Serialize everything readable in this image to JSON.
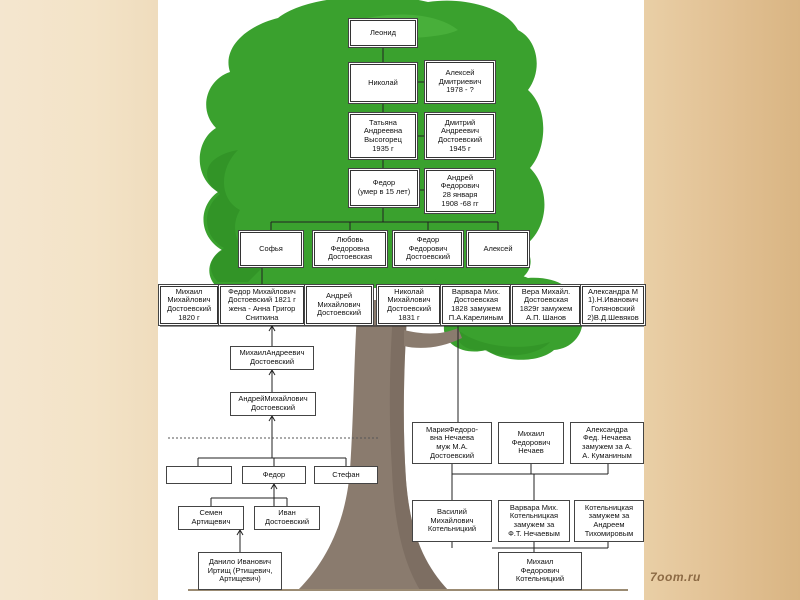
{
  "colors": {
    "foliage": "#3aa12e",
    "foliage_dark": "#2c8a22",
    "foliage_light": "#55bd46",
    "trunk": "#8a7b6e",
    "trunk_dark": "#6f6256",
    "box_border": "#444444",
    "frame_left": "#f3e4ca",
    "frame_right": "#dfbd8e"
  },
  "nodes": [
    {
      "id": "leonid",
      "text": "Леонид"
    },
    {
      "id": "nikolai-top",
      "text": "Николай"
    },
    {
      "id": "aleksei-dmitrievich",
      "text": "Алексей\nДмитриевич\n1978 - ?"
    },
    {
      "id": "tatyana",
      "text": "Татьяна\nАндреевна\nВысогорец\n1935 г"
    },
    {
      "id": "dmitriy",
      "text": "Дмитрий\nАндреевич\nДостоевский\n1945 г"
    },
    {
      "id": "fedor-young",
      "text": "Федор\n(умер в 15 лет)"
    },
    {
      "id": "andrei-fedorovich",
      "text": "Андрей\nФедорович\n28 января\n1908 -68 гг"
    },
    {
      "id": "sofya",
      "text": "Софья"
    },
    {
      "id": "lyubov",
      "text": "Любовь\nФедоровна\nДостоевская"
    },
    {
      "id": "fedor-fedorovich",
      "text": "Федор\nФедорович\nДостоевский"
    },
    {
      "id": "aleksei",
      "text": "Алексей"
    },
    {
      "id": "mikhail-1820",
      "text": "Михаил\nМихайлович\nДостоевский\n1820 г"
    },
    {
      "id": "fedor-1821",
      "text": "Федор Михайлович\nДостоевский 1821 г\nжена - Анна Григор\nСниткина"
    },
    {
      "id": "andrei-mikh",
      "text": "Андрей\nМихайлович\nДостоевский"
    },
    {
      "id": "nikolai-1831",
      "text": "Николай\nМихайлович\nДостоевский\n1831 г"
    },
    {
      "id": "varvara",
      "text": "Варвара Мих.\nДостоевская\n1828 замужем\nП.А.Карелиным"
    },
    {
      "id": "vera",
      "text": "Вера Михайл.\nДостоевская\n1829г замужем\nА.П. Шанов"
    },
    {
      "id": "aleksandra-m",
      "text": "Александра М\n1).Н.Иванович\nГоляновский\n2)В.Д.Шевяков"
    },
    {
      "id": "mikhail-andreevich",
      "text": "МихаилАндреевич\nДостоевский"
    },
    {
      "id": "andrei-mikhailovich-2",
      "text": "АндрейМихайлович\nДостоевский"
    },
    {
      "id": "blank",
      "text": ""
    },
    {
      "id": "fedor-root",
      "text": "Федор"
    },
    {
      "id": "stefan",
      "text": "Стефан"
    },
    {
      "id": "semen",
      "text": "Семен\nАртищевич"
    },
    {
      "id": "ivan",
      "text": "Иван\nДостоевский"
    },
    {
      "id": "danilo",
      "text": "Данило Иванович\nИртищ (Ртищевич,\nАртищевич)"
    },
    {
      "id": "mariya",
      "text": "МарияФедоро-\nвна Нечаева\nмуж М.А.\nДостоевский"
    },
    {
      "id": "mikhail-nechaev",
      "text": "Михаил\nФедорович\nНечаев"
    },
    {
      "id": "aleksandra-nechaeva",
      "text": "Александра\nФед. Нечаева\nзамужем за А.\nА. Куманиным"
    },
    {
      "id": "vasiliy",
      "text": "Василий\nМихайлович\nКотельницкий"
    },
    {
      "id": "varvara-kotel",
      "text": "Варвара Мих.\nКотельницкая\nзамужем за\nФ.Т. Нечаевым"
    },
    {
      "id": "kotelnitskaya",
      "text": "Котельницкая\nзамужем за\nАндреем\nТихомировым"
    },
    {
      "id": "mikhail-kotel",
      "text": "Михаил\nФедорович\nКотельницкий"
    }
  ],
  "watermark": "7oom.ru"
}
